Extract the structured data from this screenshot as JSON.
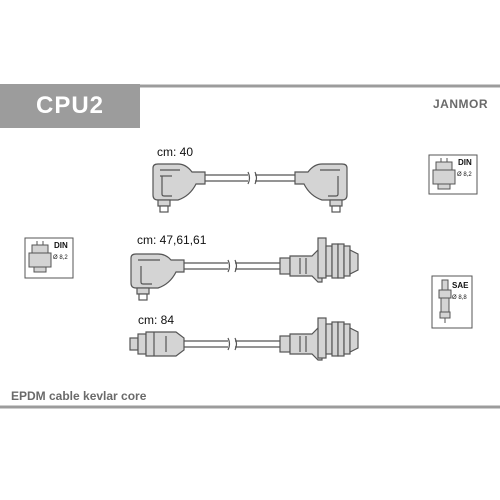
{
  "header": {
    "code": "CPU2",
    "brand": "JANMOR"
  },
  "leads": [
    {
      "length_label": "cm: 40"
    },
    {
      "length_label": "cm: 47,61,61"
    },
    {
      "length_label": "cm: 84"
    }
  ],
  "badges": {
    "din_top_right": {
      "label": "DIN",
      "size": "Ø 8,2"
    },
    "din_left": {
      "label": "DIN",
      "size": "Ø 8,2"
    },
    "sae_right": {
      "label": "SAE",
      "size": "Ø 8,8"
    }
  },
  "footer": {
    "description": "EPDM cable kevlar core"
  },
  "colors": {
    "accent_gray": "#9c9c9c",
    "line": "#6f6f6f",
    "boot_fill": "#d4d4d4",
    "text": "#111111"
  }
}
